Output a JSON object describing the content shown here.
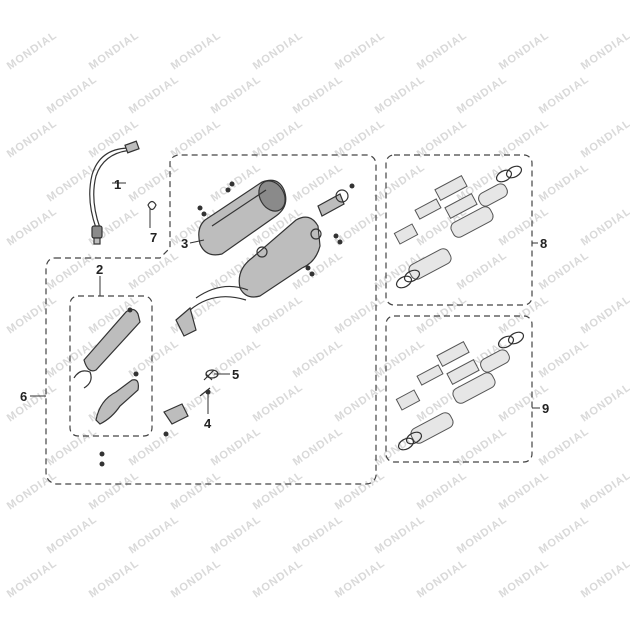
{
  "watermark": {
    "text": "MONDIAL"
  },
  "callouts": {
    "c1": "1",
    "c2": "2",
    "c3": "3",
    "c4": "4",
    "c5": "5",
    "c6": "6",
    "c7": "7",
    "c8": "8",
    "c9": "9"
  },
  "colors": {
    "line": "#333333",
    "background": "#ffffff",
    "watermark": "#d9d9d9"
  }
}
